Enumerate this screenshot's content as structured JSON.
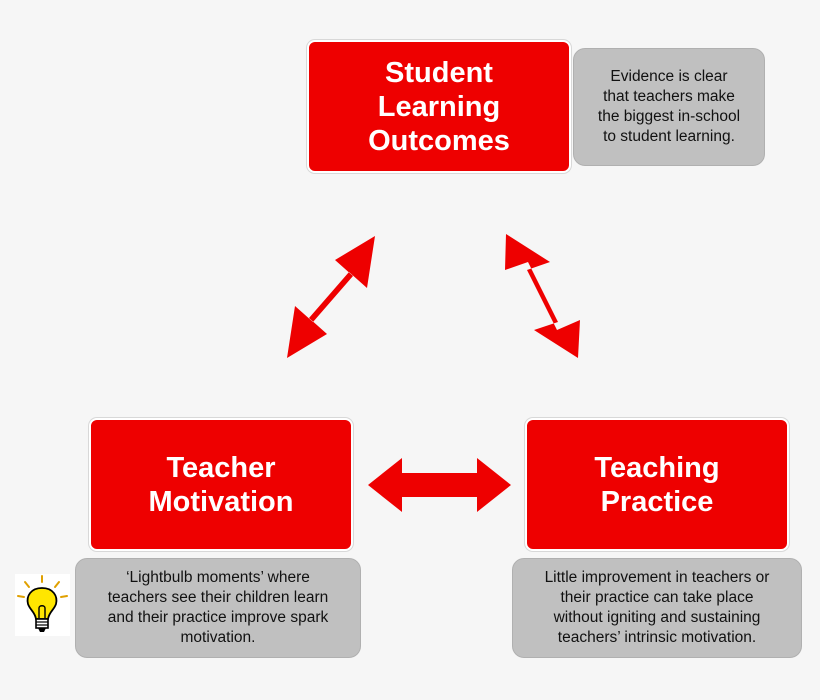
{
  "nodes": {
    "student_learning_outcomes": "Student\nLearning\nOutcomes",
    "teacher_motivation": "Teacher\nMotivation",
    "teaching_practice": "Teaching\nPractice"
  },
  "notes": {
    "student_learning_outcomes": "Evidence is clear\nthat teachers make\nthe biggest in-school\nto student learning.",
    "teacher_motivation": "‘Lightbulb moments’ where\nteachers see their children learn\nand their practice improve spark\nmotivation.",
    "teaching_practice": "Little improvement in teachers or\ntheir practice can take place\nwithout igniting and sustaining\nteachers’ intrinsic motivation."
  },
  "colors": {
    "node_fill": "#ee0000",
    "arrow_fill": "#ee0000",
    "note_fill": "#c0c0c0",
    "background": "#f6f6f6"
  },
  "icons": {
    "lightbulb": "lightbulb-icon"
  }
}
